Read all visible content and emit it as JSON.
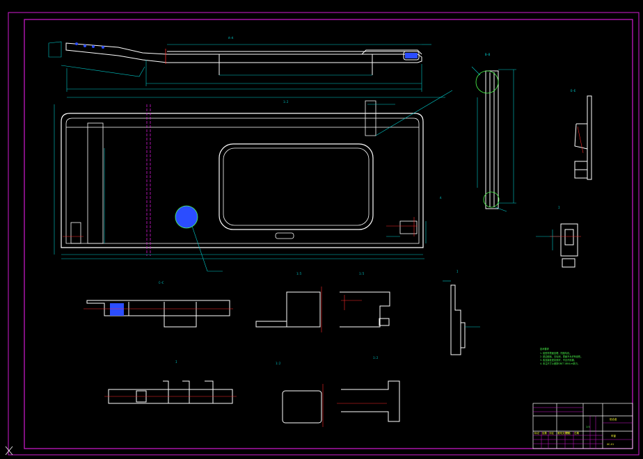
{
  "colors": {
    "background": "#000000",
    "frame": "#d21bd2",
    "outline": "#ffffff",
    "dimension": "#00cccc",
    "centerline": "#ff2a2a",
    "hatch": "#2b4dff",
    "notes": "#4dff4d",
    "titleblock_text": "#ffff33"
  },
  "icons": {
    "ucs": "ucs-axis-icon"
  },
  "views": {
    "section_aa": "A—A",
    "section_bb": "B—B",
    "section_aa_right": "A",
    "section_cc": "C—C",
    "section_ee": "E—E",
    "detail_i": "I",
    "scale_1": "1:5",
    "scale_2": "1:2"
  },
  "notes": {
    "heading": "技术要求",
    "lines": [
      "1. 铝型材表面处理，阳极氧化。",
      "2. 锐边倒钝，去毛刺，表面不允许有划伤。",
      "3. 各连接处密封良好，不允许渗漏。",
      "4. 未注尺寸公差按GB/T 1804-m执行。"
    ]
  },
  "title_block": {
    "rows": [
      "标记",
      "处数",
      "分区",
      "更改文件号",
      "签名",
      "日期"
    ],
    "name": "车窗",
    "material": "铝合金",
    "scale": "1:5",
    "drawing_no": "XC-01"
  }
}
